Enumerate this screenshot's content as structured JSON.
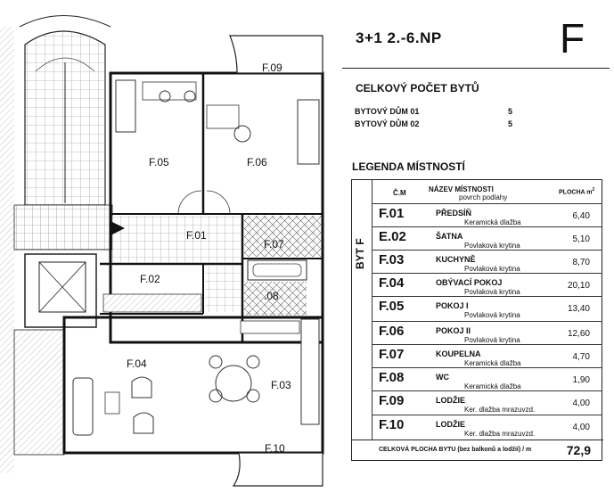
{
  "header": {
    "title": "3+1  2.-6.NP",
    "letter": "F"
  },
  "summary": {
    "heading": "CELKOVÝ POČET BYTŮ",
    "houses": [
      {
        "label": "BYTOVÝ DŮM  01",
        "count": "5"
      },
      {
        "label": "BYTOVÝ DŮM  02",
        "count": "5"
      }
    ]
  },
  "legend": {
    "heading": "LEGENDA MÍSTNOSTÍ",
    "col_code": "Č.M",
    "col_name": "NÁZEV MÍSTNOSTI",
    "col_name_sub": "povrch podlahy",
    "col_area": "PLOCHA m",
    "col_area_sup": "2",
    "unit_label": "BYT F",
    "rows": [
      {
        "code": "F.01",
        "name": "PŘEDSÍŇ",
        "material": "Keramická dlažba",
        "area": "6,40"
      },
      {
        "code": "E.02",
        "name": "ŠATNA",
        "material": "Povlaková krytina",
        "area": "5,10"
      },
      {
        "code": "F.03",
        "name": "KUCHYNĚ",
        "material": "Povlaková krytina",
        "area": "8,70"
      },
      {
        "code": "F.04",
        "name": "OBÝVACÍ POKOJ",
        "material": "Povlaková krytina",
        "area": "20,10"
      },
      {
        "code": "F.05",
        "name": "POKOJ I",
        "material": "Povlaková krytina",
        "area": "13,40"
      },
      {
        "code": "F.06",
        "name": "POKOJ II",
        "material": "Povlaková krytina",
        "area": "12,60"
      },
      {
        "code": "F.07",
        "name": "KOUPELNA",
        "material": "Keramická dlažba",
        "area": "4,70"
      },
      {
        "code": "F.08",
        "name": "WC",
        "material": "Keramická dlažba",
        "area": "1,90"
      },
      {
        "code": "F.09",
        "name": "LODŽIE",
        "material": "Ker. dlažba mrazuvzd.",
        "area": "4,00"
      },
      {
        "code": "F.10",
        "name": "LODŽIE",
        "material": "Ker. dlažba mrazuvzd.",
        "area": "4,00"
      }
    ],
    "total_label": "CELKOVÁ PLOCHA BYTU (bez balkonů a lodžií) / m",
    "total_value": "72,9"
  },
  "plan": {
    "rooms": {
      "f01": "F.01",
      "f02": "F.02",
      "f03": "F.03",
      "f04": "F.04",
      "f05": "F.05",
      "f06": "F.06",
      "f07": "F.07",
      "f08": ".08",
      "f09": "F.09",
      "f10": "F.10"
    }
  }
}
